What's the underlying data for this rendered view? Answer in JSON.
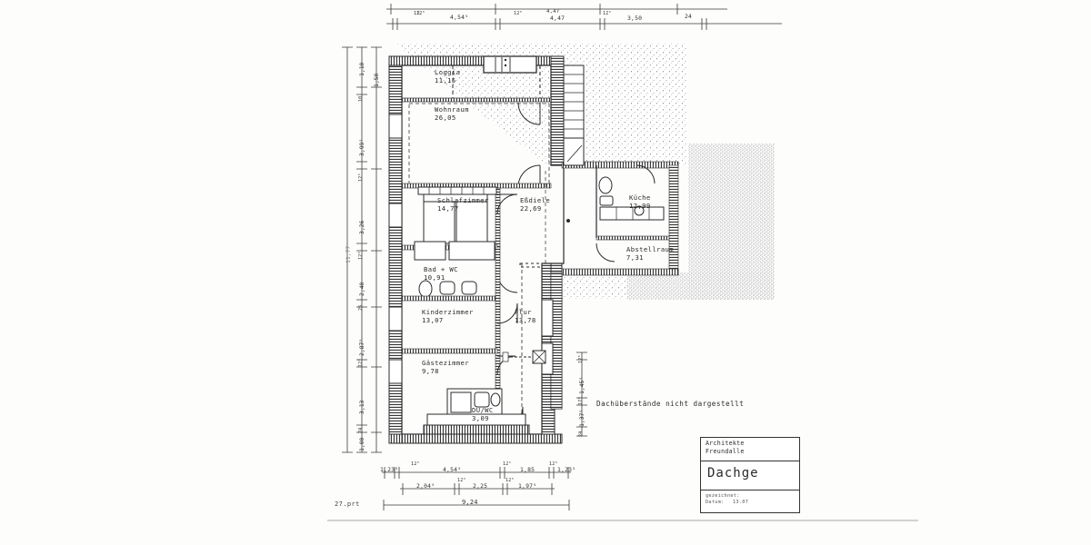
{
  "document": {
    "type": "architectural-floor-plan",
    "drawing_title": "Dachge",
    "drawing_file": "27.prt",
    "note": "Dachüberstände nicht dargestellt",
    "title_block": {
      "office_line1": "Architekte",
      "office_line2": "Freundalle",
      "sheet_label": "Dachge",
      "drawn_by_label": "gezeichnet:",
      "date_label": "Datum:",
      "date_value": "13.07"
    }
  },
  "rooms": [
    {
      "id": "loggia",
      "name": "Loggia",
      "area": "11,15"
    },
    {
      "id": "wohnraum",
      "name": "Wohnraum",
      "area": "26,05"
    },
    {
      "id": "schlafzimmer",
      "name": "Schlafzimmer",
      "area": "14,77"
    },
    {
      "id": "essdiele",
      "name": "Eßdiele",
      "area": "22,69"
    },
    {
      "id": "kueche",
      "name": "Küche",
      "area": "12,99"
    },
    {
      "id": "abstellraum",
      "name": "Abstellraum",
      "area": "7,31"
    },
    {
      "id": "bad-wc",
      "name": "Bad + WC",
      "area": "10,91"
    },
    {
      "id": "kinderzimmer",
      "name": "Kinderzimmer",
      "area": "13,07"
    },
    {
      "id": "flur",
      "name": "Flur",
      "area": "13,78"
    },
    {
      "id": "gaestezimmer",
      "name": "Gästezimmer",
      "area": "9,78"
    },
    {
      "id": "du-wc",
      "name": "DU/WC",
      "area": "3,09"
    }
  ],
  "dimensions": {
    "top_chain_upper": [
      "12",
      "4,47",
      "12"
    ],
    "top_chain": [
      "12⁵",
      "4,54⁵",
      "12⁵",
      "4,47",
      "12⁵",
      "3,50",
      "24"
    ],
    "left_chain": [
      "1,10",
      "1,50",
      "10",
      "3,99⁵",
      "12⁵",
      "3,26",
      "12⁵",
      "2,40",
      "25",
      "2,87⁵",
      "12⁵",
      "3,13",
      "24",
      "1,00"
    ],
    "left_total": "11,77",
    "right_chain": [
      "12⁵",
      "1,45⁵",
      "17⁵",
      "1,37⁵",
      "24"
    ],
    "bottom_chain_1": [
      "1,23⁵",
      "12⁵",
      "4,54⁵",
      "12⁵",
      "1,85",
      "12⁵",
      "1,23⁵"
    ],
    "bottom_chain_2": [
      "2,04⁵",
      "12⁵",
      "2,25",
      "12⁵",
      "1,97⁵"
    ],
    "bottom_total": "9,24"
  }
}
